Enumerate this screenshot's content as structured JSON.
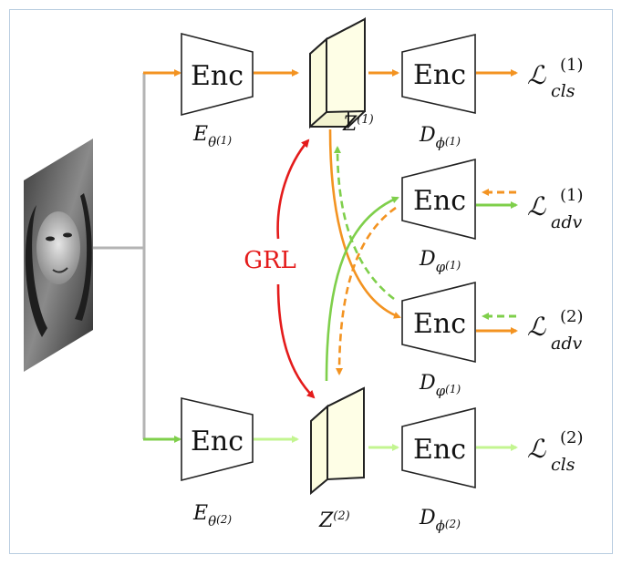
{
  "diagram": {
    "encoder_label": "Enc",
    "labels": {
      "e1": {
        "main": "E",
        "sub": "θ",
        "sup": "(1)"
      },
      "e2": {
        "main": "E",
        "sub": "θ",
        "sup": "(2)"
      },
      "z1": {
        "main": "Z",
        "sup": "(1)"
      },
      "z2": {
        "main": "Z",
        "sup": "(2)"
      },
      "d_phi1": {
        "main": "D",
        "sub": "ϕ",
        "sup": "(1)"
      },
      "d_phi2": {
        "main": "D",
        "sub": "ϕ",
        "sup": "(2)"
      },
      "d_varphi1a": {
        "main": "D",
        "sub": "φ",
        "sup": "(1)"
      },
      "d_varphi1b": {
        "main": "D",
        "sub": "φ",
        "sup": "(1)"
      }
    },
    "losses": {
      "cls1": {
        "main": "ℒ",
        "sup": "(1)",
        "sub": "cls"
      },
      "adv1": {
        "main": "ℒ",
        "sup": "(1)",
        "sub": "adv"
      },
      "adv2": {
        "main": "ℒ",
        "sup": "(2)",
        "sub": "adv"
      },
      "cls2": {
        "main": "ℒ",
        "sup": "(2)",
        "sub": "cls"
      }
    },
    "grl_label": "GRL",
    "colors": {
      "orange": "#f39321",
      "green": "#7fcf4b",
      "light_green": "#c3f590",
      "red": "#e41b1b",
      "gray": "#b4b4b4",
      "feature_face": "#fefee6",
      "frame": "#b9cde0"
    }
  }
}
